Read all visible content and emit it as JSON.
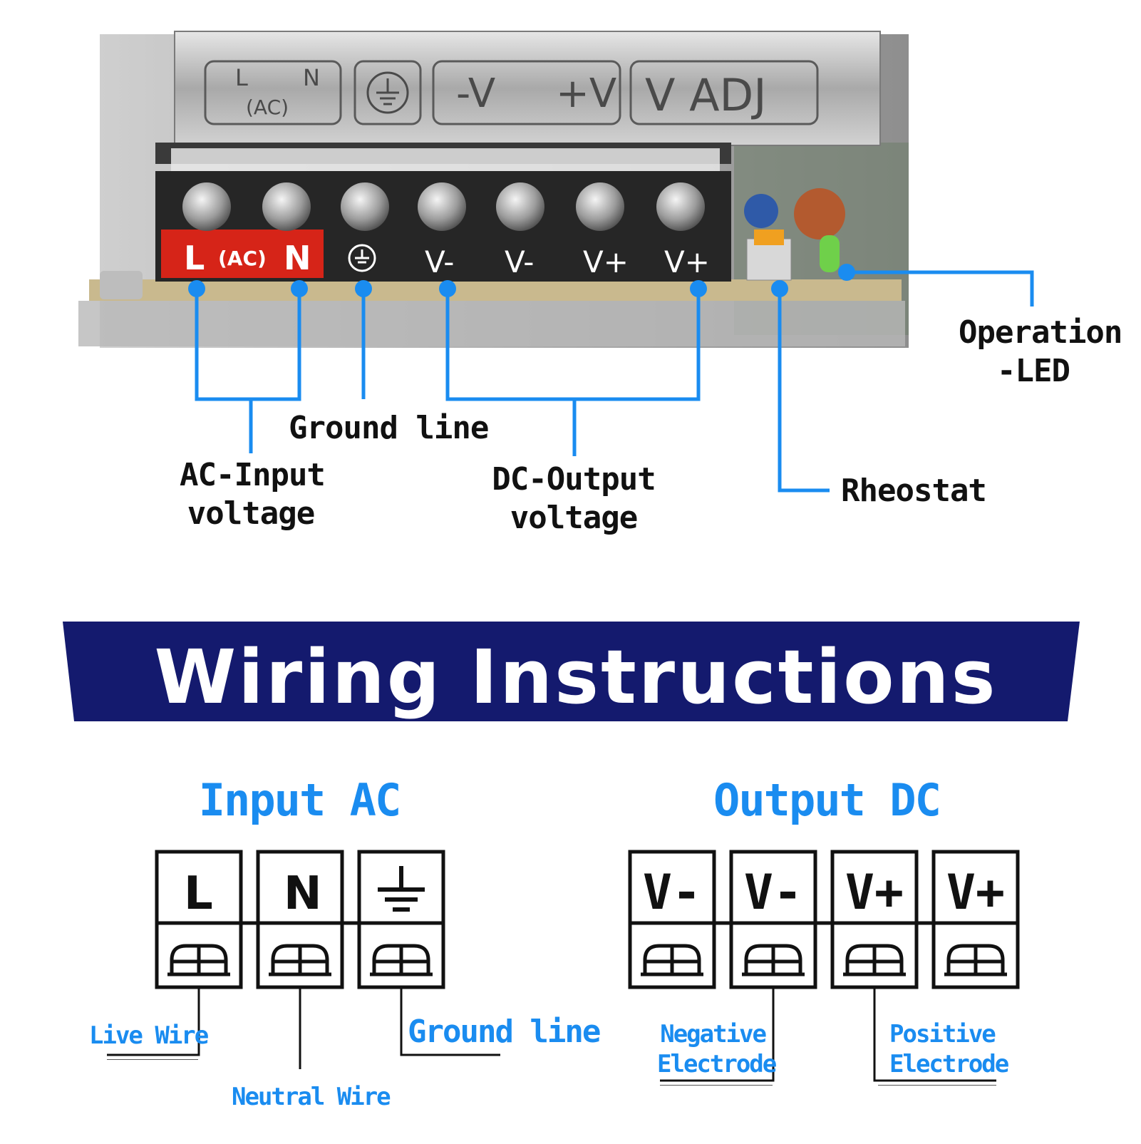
{
  "device": {
    "cover_labels": {
      "ac_l": "L",
      "ac_n": "N",
      "ac_tag": "(AC)",
      "neg": "-V",
      "pos": "+V",
      "adj": "V ADJ"
    },
    "terminal_labels": {
      "l": "L",
      "ac": "(AC)",
      "n": "N",
      "t4": "V-",
      "t5": "V-",
      "t6": "V+",
      "t7": "V+"
    }
  },
  "callouts": {
    "operation_led": [
      "Operation",
      "-LED"
    ],
    "ground_line": "Ground line",
    "ac_input": [
      "AC-Input",
      "voltage"
    ],
    "dc_output": [
      "DC-Output",
      "voltage"
    ],
    "rheostat": "Rheostat"
  },
  "banner": {
    "title": "Wiring Instructions",
    "color": "#141a6e"
  },
  "input_ac": {
    "title": "Input AC",
    "terminals": [
      "L",
      "N",
      "ground-symbol"
    ],
    "labels": {
      "live": "Live Wire",
      "neutral": "Neutral Wire",
      "ground": "Ground line"
    }
  },
  "output_dc": {
    "title": "Output DC",
    "terminals": [
      "V-",
      "V-",
      "V+",
      "V+"
    ],
    "labels": {
      "negative": [
        "Negative",
        "Electrode"
      ],
      "positive": [
        "Positive",
        "Electrode"
      ]
    }
  },
  "colors": {
    "accent_blue": "#1a8cf0",
    "terminal_red": "#d62418",
    "banner_navy": "#141a6e"
  }
}
